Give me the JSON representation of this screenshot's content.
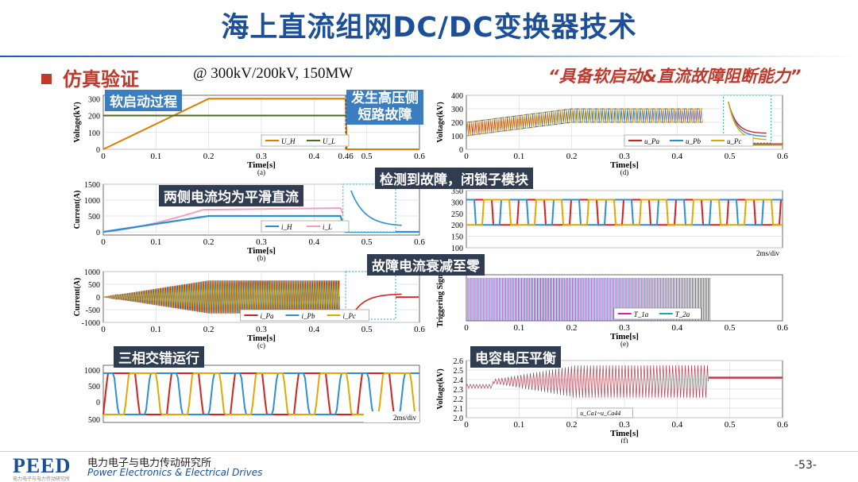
{
  "title": "海上直流组网DC/DC变换器技术",
  "section": "仿真验证",
  "condition": "@ 300kV/200kV, 150MW",
  "slogan": "“具备软启动&直流故障阻断能力”",
  "annotations": {
    "soft_start": "软启动过程",
    "hv_fault": "发生高压侧\n短路故障",
    "detect": "检测到故障，闭锁子模块",
    "smooth_dc": "两侧电流均为平滑直流",
    "decay": "故障电流衰减至零",
    "interleave": "三相交错运行",
    "balance": "电容电压平衡"
  },
  "footer": {
    "logo": "PEED",
    "logo_sub": "电力电子与电力传动研究所",
    "cn": "电力电子与电力传动研究所",
    "en": "Power Electronics & Electrical Drives",
    "page": "-53-"
  },
  "chart_data": [
    {
      "id": "a",
      "type": "line",
      "caption": "(a)",
      "ylabel": "Voltage(kV)",
      "xlabel": "Time[s]",
      "xlim": [
        0,
        0.6
      ],
      "ylim": [
        0,
        320
      ],
      "xticks": [
        "0",
        "0.1",
        "0.2",
        "0.3",
        "0.4",
        "0.46",
        "0.5",
        "0.6"
      ],
      "yticks": [
        "0",
        "100",
        "200",
        "300"
      ],
      "series": [
        {
          "name": "U_H",
          "color": "#e07b00",
          "x": [
            0,
            0.2,
            0.46,
            0.462,
            0.6
          ],
          "y": [
            0,
            300,
            300,
            0,
            0
          ]
        },
        {
          "name": "U_L",
          "color": "#4b6b1e",
          "x": [
            0,
            0.46,
            0.46
          ],
          "y": [
            200,
            200,
            200
          ]
        }
      ]
    },
    {
      "id": "b",
      "type": "line",
      "caption": "(b)",
      "ylabel": "Current(A)",
      "xlabel": "Time[s]",
      "xlim": [
        0,
        0.6
      ],
      "ylim": [
        -100,
        1500
      ],
      "xticks": [
        "0",
        "0.1",
        "0.2",
        "0.3",
        "0.4",
        "0.5",
        "0.6"
      ],
      "yticks": [
        "0",
        "500",
        "1000",
        "1500"
      ],
      "series": [
        {
          "name": "i_H",
          "color": "#2c8fd6",
          "x": [
            0,
            0.2,
            0.45,
            0.46,
            0.6
          ],
          "y": [
            0,
            500,
            500,
            0,
            0
          ]
        },
        {
          "name": "i_L",
          "color": "#f3a0c0",
          "x": [
            0,
            0.2,
            0.45,
            0.47,
            0.6
          ],
          "y": [
            0,
            750,
            750,
            0,
            0
          ]
        }
      ]
    },
    {
      "id": "c",
      "type": "line",
      "caption": "(c)",
      "ylabel": "Current(A)",
      "xlabel": "Time[s]",
      "xlim": [
        0,
        0.6
      ],
      "ylim": [
        -1000,
        1000
      ],
      "xticks": [
        "0",
        "0.1",
        "0.2",
        "0.3",
        "0.4",
        "0.5",
        "0.6"
      ],
      "yticks": [
        "-1000",
        "-500",
        "0",
        "500",
        "1000"
      ],
      "series": [
        {
          "name": "i_Pa",
          "color": "#d62020"
        },
        {
          "name": "i_Pb",
          "color": "#2c8fd6"
        },
        {
          "name": "i_Pc",
          "color": "#e0a800"
        }
      ]
    },
    {
      "id": "d",
      "type": "line",
      "caption": "(d)",
      "ylabel": "Voltage(kV)",
      "xlabel": "Time[s]",
      "xlim": [
        0,
        0.6
      ],
      "ylim": [
        0,
        400
      ],
      "xticks": [
        "0",
        "0.1",
        "0.2",
        "0.3",
        "0.4",
        "0.5",
        "0.6"
      ],
      "yticks": [
        "0",
        "100",
        "200",
        "300",
        "400"
      ],
      "series": [
        {
          "name": "u_Pa",
          "color": "#d62020"
        },
        {
          "name": "u_Pb",
          "color": "#2c8fd6"
        },
        {
          "name": "u_Pc",
          "color": "#e0a800"
        }
      ]
    },
    {
      "id": "d_zoom",
      "type": "line",
      "yticks": [
        "100",
        "150",
        "200",
        "250",
        "300",
        "350"
      ],
      "ylim": [
        100,
        350
      ],
      "scale_label": "2ms/div"
    },
    {
      "id": "e",
      "type": "line",
      "caption": "(e)",
      "ylabel": "Triggering Signal",
      "xlabel": "Time[s]",
      "xlim": [
        0,
        0.6
      ],
      "xticks": [
        "0",
        "0.1",
        "0.2",
        "0.3",
        "0.4",
        "0.5",
        "0.6"
      ],
      "series": [
        {
          "name": "T_1a",
          "color": "#d020c0"
        },
        {
          "name": "T_2a",
          "color": "#2aa0b0"
        }
      ]
    },
    {
      "id": "f",
      "type": "line",
      "caption": "(f)",
      "ylabel": "Voltage(kV)",
      "xlabel": "Time[s]",
      "xlim": [
        0,
        0.6
      ],
      "ylim": [
        2.0,
        2.6
      ],
      "xticks": [
        "0",
        "0.1",
        "0.2",
        "0.3",
        "0.4",
        "0.5",
        "0.6"
      ],
      "yticks": [
        "2.0",
        "2.1",
        "2.2",
        "2.3",
        "2.4",
        "2.5",
        "2.6"
      ],
      "legend": "u_Ca1~u_Ca44"
    },
    {
      "id": "c_zoom",
      "type": "line",
      "yticks": [
        "1000",
        "500",
        "0",
        "500"
      ],
      "scale_label": "2ms/div"
    }
  ]
}
